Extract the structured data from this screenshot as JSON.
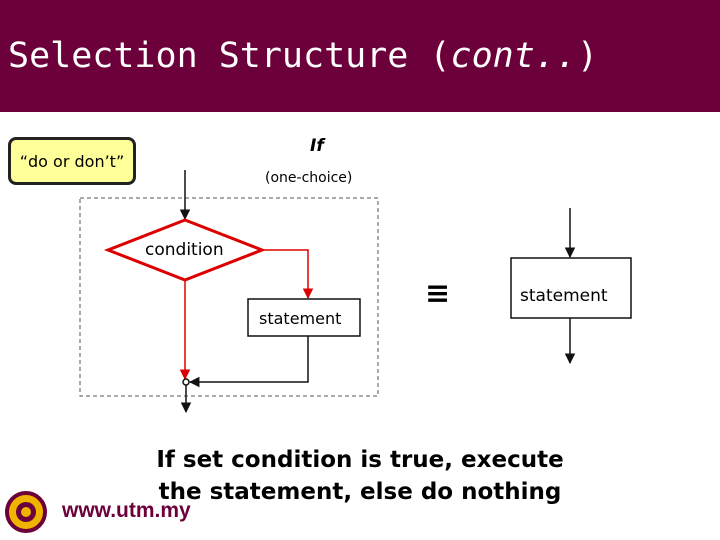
{
  "slide": {
    "title_main": "Selection Structure (",
    "title_italic": "cont..",
    "title_close": ")"
  },
  "callout": {
    "text": "“do or don’t”"
  },
  "diagram": {
    "if_label": "If",
    "choice_label": "(one-choice)",
    "condition_label": "condition",
    "statement_left": "statement",
    "statement_right": "statement",
    "equiv_symbol": "≡"
  },
  "caption": {
    "line1": "If set condition is true, execute",
    "line2": "the statement, else do nothing"
  },
  "footer": {
    "website": "www.utm.my"
  },
  "colors": {
    "header_bg": "#6b003a",
    "callout_bg": "#ffff99",
    "true_arrow": "#dd0000",
    "diamond": "#dd0000",
    "line": "#111111"
  }
}
